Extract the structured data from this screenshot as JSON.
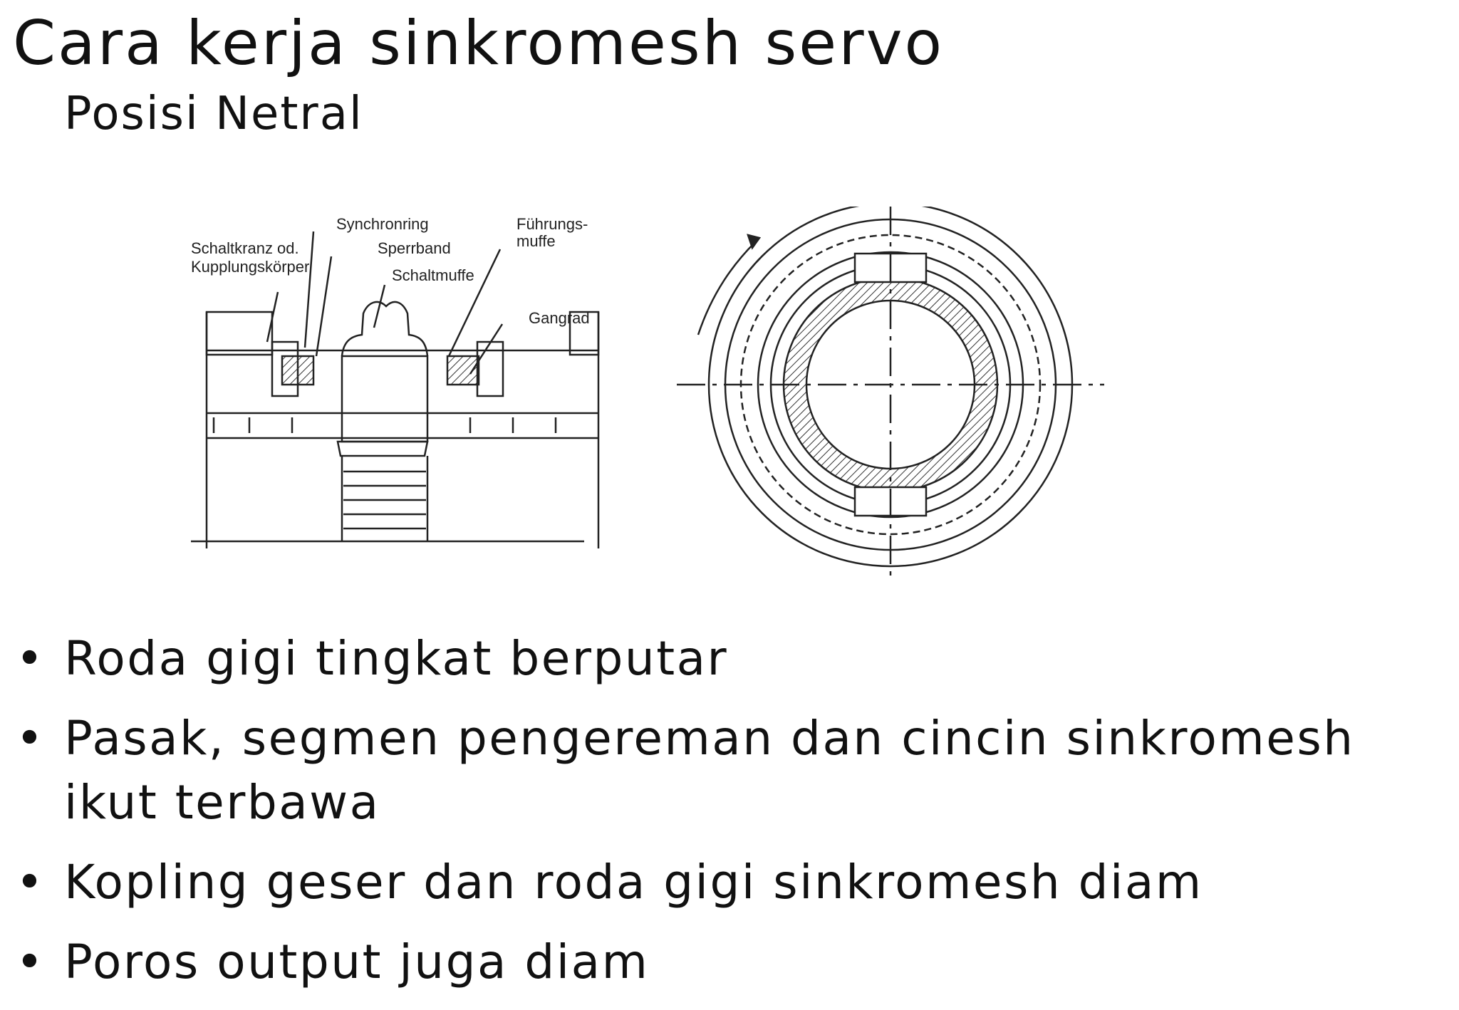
{
  "slide": {
    "title": "Cara kerja sinkromesh servo",
    "subtitle": "Posisi Netral"
  },
  "figure": {
    "labels": {
      "synchronring": "Synchronring",
      "fuhrungs_1": "Führungs-",
      "fuhrungs_2": "muffe",
      "schaltkranz_1": "Schaltkranz od.",
      "schaltkranz_2": "Kupplungskörper",
      "sperrband": "Sperrband",
      "schaltmuffe": "Schaltmuffe",
      "gangrad": "Gangrad"
    }
  },
  "bullets": [
    {
      "lines": [
        "Roda gigi tingkat berputar"
      ]
    },
    {
      "lines": [
        "Pasak, segmen pengereman dan cincin sinkromesh",
        "ikut terbawa"
      ]
    },
    {
      "lines": [
        "Kopling geser dan roda gigi sinkromesh diam"
      ]
    },
    {
      "lines": [
        "Poros output juga diam"
      ]
    }
  ],
  "bullet_glyph": "•"
}
